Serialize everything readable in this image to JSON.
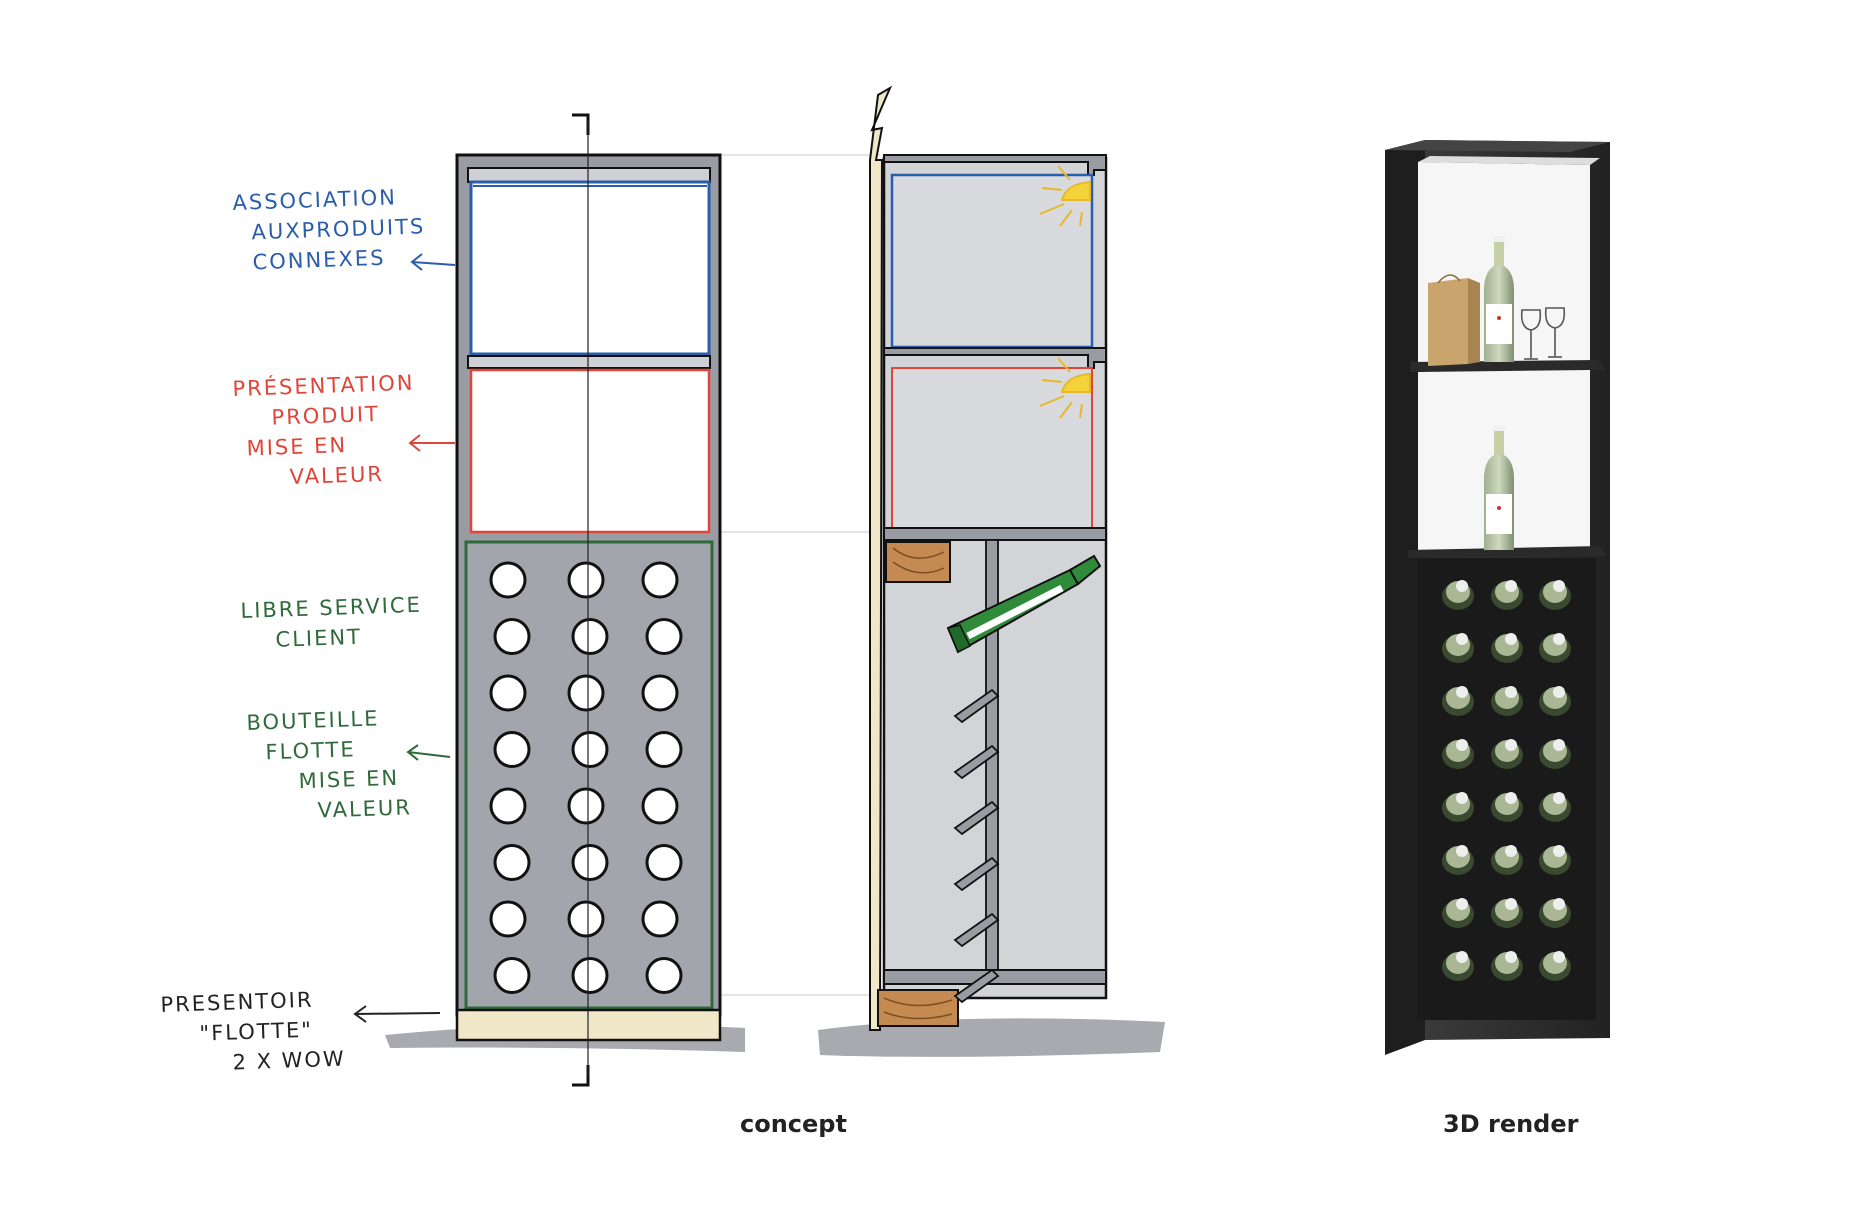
{
  "annotations": {
    "association": {
      "lines": [
        "Association",
        "auxproduits",
        "connexes"
      ],
      "color": "#2a5dab"
    },
    "presentation": {
      "lines": [
        "Présentation",
        "produit",
        "mise en",
        "valeur"
      ],
      "color": "#e0453a"
    },
    "libre_service": {
      "lines": [
        "Libre service",
        "client"
      ],
      "color": "#2f6a3a"
    },
    "bouteille": {
      "lines": [
        "Bouteille",
        "flotte",
        "mise en",
        "valeur"
      ],
      "color": "#2f6a3a"
    },
    "presentoir": {
      "lines": [
        "Presentoir",
        "\"Flotte\"",
        "2 x wow"
      ],
      "color": "#222222"
    }
  },
  "captions": {
    "concept": "concept",
    "render": "3D render"
  },
  "colors": {
    "blue_outline": "#2a5dab",
    "red_outline": "#e0453a",
    "green_outline": "#2f6a3a",
    "marker_gray": "#9a9ca3",
    "shelf_black": "#2b2b2b",
    "wood": "#c48a52",
    "sun_yellow": "#f3d23a"
  },
  "icons": {
    "sun": "sun-icon",
    "wine_bottle": "wine-bottle-icon",
    "wine_glass": "wine-glass-icon",
    "gift_bag": "gift-bag-icon"
  }
}
